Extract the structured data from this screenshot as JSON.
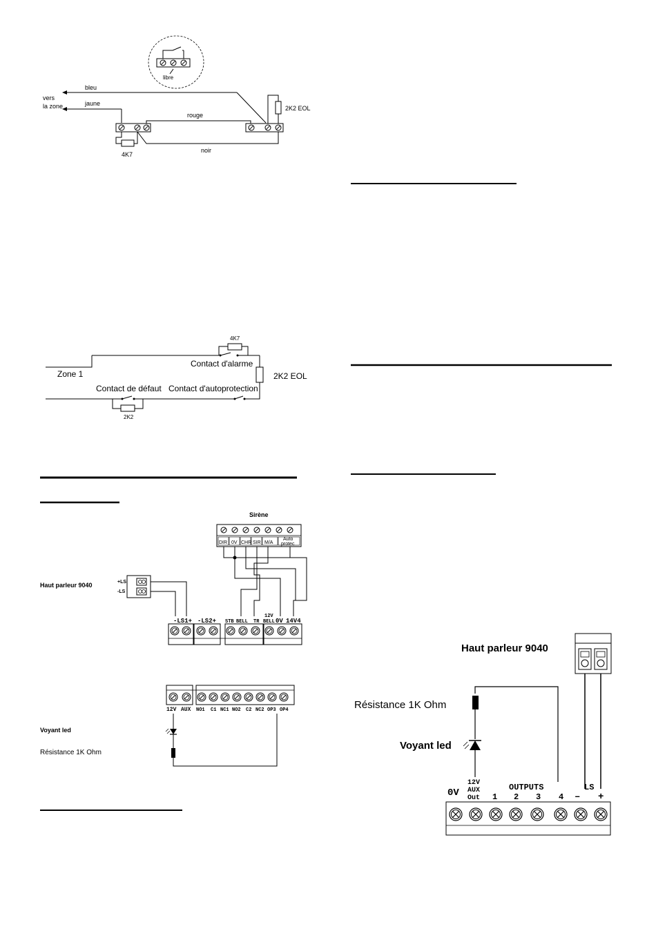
{
  "diagram1": {
    "libre": "libre",
    "bleu": "bleu",
    "vers": "vers",
    "la_zone": "la zone",
    "jaune": "jaune",
    "rouge": "rouge",
    "noir": "noir",
    "r4k7": "4K7",
    "r2k2eol": "2K2 EOL"
  },
  "diagram2": {
    "r4k7": "4K7",
    "contact_alarme": "Contact d'alarme",
    "zone1": "Zone 1",
    "r2k2eol": "2K2 EOL",
    "contact_defaut": "Contact de défaut",
    "contact_autoprotection": "Contact d'autoprotection",
    "r2k2": "2K2"
  },
  "diagram3": {
    "sirene": "Sirène",
    "siren_terminals": [
      "DIR",
      "0V",
      "CHR",
      "SIR",
      "M/A"
    ],
    "auto_line1": "Auto",
    "auto_line2": "protec",
    "haut_parleur": "Haut parleur 9040",
    "ls_plus": "+LS",
    "ls_minus": "-LS",
    "ls1": "-LS1+",
    "ls2": "-LS2+",
    "stb": "STB",
    "bell": "BELL",
    "tr": "TR",
    "v12_bell_top": "12V",
    "v12_bell_bottom": "BELL",
    "ov": "0V",
    "v14": "14V4"
  },
  "diagram4": {
    "terminals": [
      "12V",
      "AUX",
      "NO1",
      "C1",
      "NC1",
      "NO2",
      "C2",
      "NC2",
      "OP3",
      "OP4"
    ],
    "voyant": "Voyant led",
    "resistance": "Résistance 1K Ohm"
  },
  "diagram5": {
    "haut_parleur": "Haut parleur 9040",
    "resistance": "Résistance 1K Ohm",
    "voyant": "Voyant led",
    "ov": "0V",
    "v12": "12V",
    "aux": "AUX",
    "out": "Out",
    "outputs": "OUTPUTS",
    "ls": "LS",
    "nums": [
      "1",
      "2",
      "3",
      "4"
    ],
    "minus": "–",
    "plus": "+"
  }
}
